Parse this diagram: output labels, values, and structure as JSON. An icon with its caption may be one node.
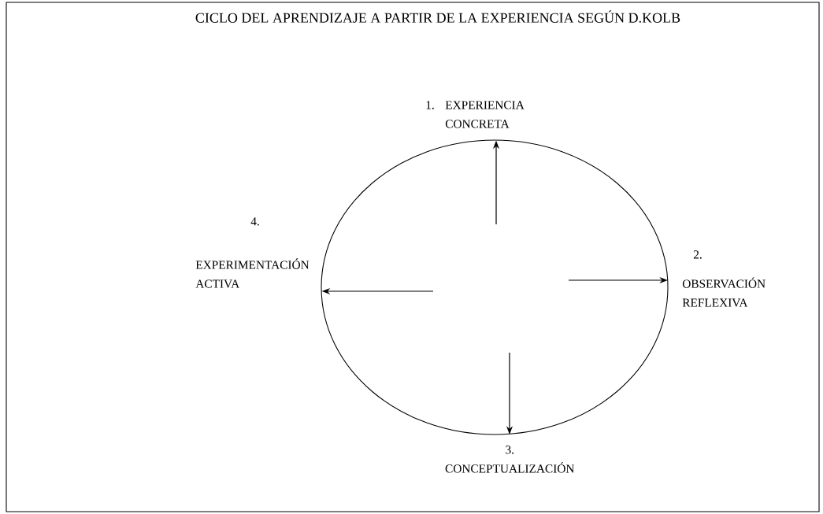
{
  "diagram": {
    "title": "CICLO DEL APRENDIZAJE A PARTIR DE LA EXPERIENCIA SEGÚN D.KOLB",
    "nodes": [
      {
        "text": [
          "1.",
          "EXPERIENCIA CONCRETA"
        ]
      },
      {
        "text": [
          "2.",
          "OBSERVACIÓN REFLEXIVA"
        ]
      },
      {
        "text": [
          "3.",
          "CONCEPTUALIZACIÓN"
        ]
      },
      {
        "text": [
          "4.",
          "EXPERIMENTACIÓN ACTIVA"
        ]
      }
    ],
    "edges": [
      {
        "from": null,
        "to": 0,
        "arrow": "to"
      },
      {
        "from": null,
        "to": 1,
        "arrow": "to"
      },
      {
        "from": null,
        "to": 2,
        "arrow": "to"
      },
      {
        "from": null,
        "to": 3,
        "arrow": "to"
      }
    ]
  }
}
